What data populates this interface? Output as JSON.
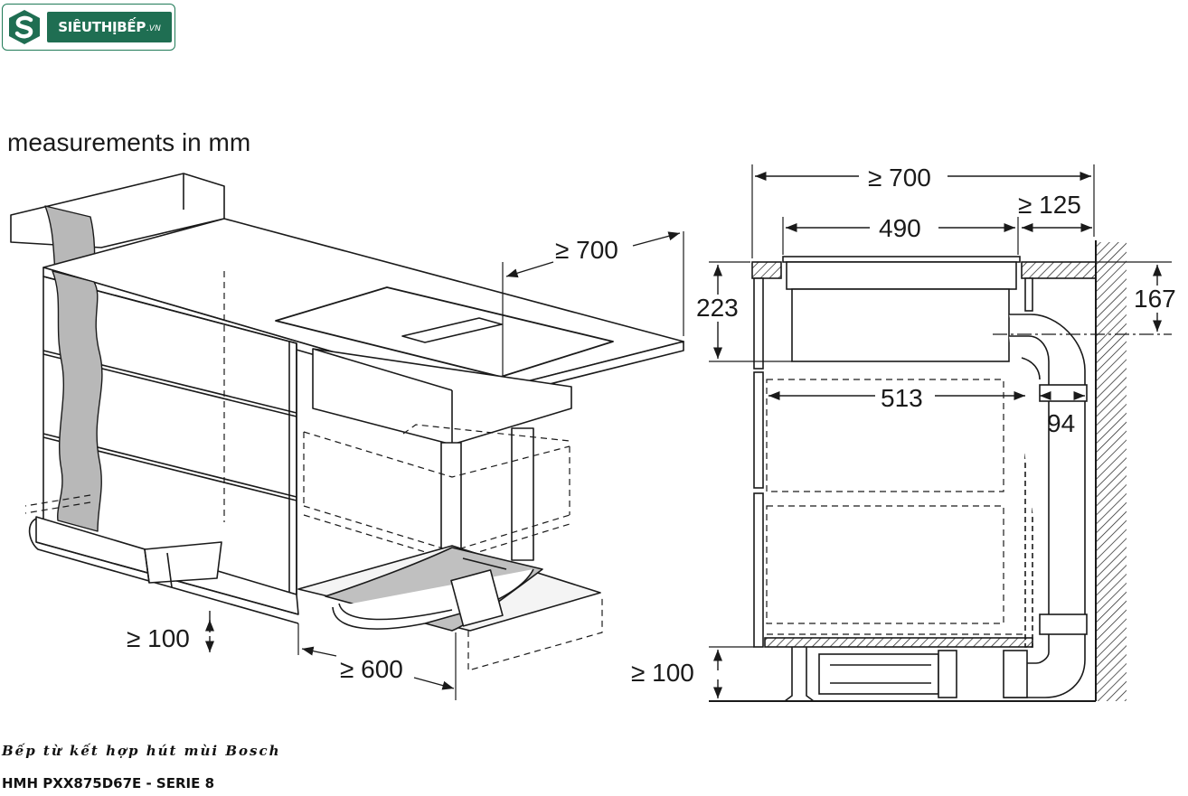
{
  "brand": {
    "name": "SIÊUTHỊBẾP",
    "suffix": ".VN"
  },
  "diagram": {
    "heading": "measurements in mm",
    "left_view": {
      "depth_label": "≥ 700",
      "plinth_height_label": "≥ 100",
      "cabinet_width_label": "≥ 600"
    },
    "right_view": {
      "worktop_depth_label": "≥ 700",
      "cooktop_depth_label": "490",
      "rear_gap_label": "≥ 125",
      "unit_height_label": "223",
      "duct_centre_label": "167",
      "inner_depth_label": "513",
      "duct_depth_label": "94",
      "plinth_height_label": "≥ 100"
    }
  },
  "caption": {
    "line1": "Bếp từ kết hợp hút mùi Bosch",
    "line2": "HMH PXX875D67E - SERIE 8"
  },
  "colors": {
    "brand_green": "#1f6e52",
    "line": "#1a1a1a",
    "hatch_fill": "#c8c8c8"
  }
}
